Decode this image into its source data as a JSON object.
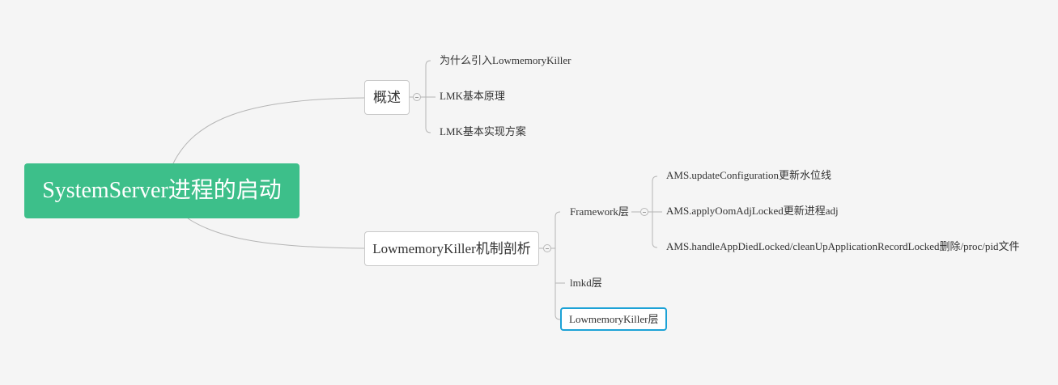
{
  "root": {
    "label": "SystemServer进程的启动"
  },
  "overview": {
    "label": "概述",
    "children": [
      "为什么引入LowmemoryKiller",
      "LMK基本原理",
      "LMK基本实现方案"
    ]
  },
  "mechanism": {
    "label": "LowmemoryKiller机制剖析",
    "framework": {
      "label": "Framework层",
      "children": [
        "AMS.updateConfiguration更新水位线",
        "AMS.applyOomAdjLocked更新进程adj",
        "AMS.handleAppDiedLocked/cleanUpApplicationRecordLocked删除/proc/pid文件"
      ]
    },
    "lmkd": {
      "label": "lmkd层"
    },
    "kernel": {
      "label": "LowmemoryKiller层"
    }
  },
  "colors": {
    "root": "#3dbf8a",
    "selected_border": "#1ca2d6",
    "line": "#b5b5b5"
  }
}
